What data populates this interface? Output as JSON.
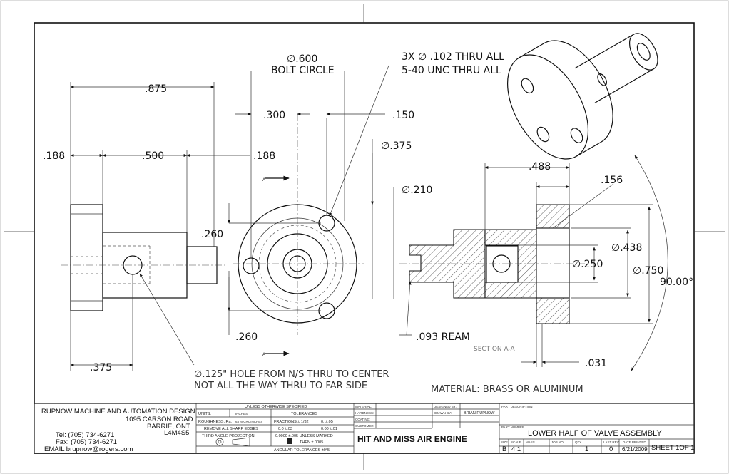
{
  "dimensions": {
    "d875": ".875",
    "d188a": ".188",
    "d500": ".500",
    "d188b": ".188",
    "d260a": ".260",
    "d375b": ".375",
    "d300": ".300",
    "d150": ".150",
    "d260b": ".260",
    "dia375": "∅.375",
    "dia210": "∅.210",
    "d488": ".488",
    "d156": ".156",
    "dia438": "∅.438",
    "dia250": "∅.250",
    "dia750": "∅.750",
    "angle": "90.00°",
    "d031": ".031"
  },
  "notes": {
    "bolt_circle_1": "∅.600",
    "bolt_circle_2": "BOLT CIRCLE",
    "holes_1": "3X  ∅ .102  THRU ALL",
    "holes_2": "5-40 UNC    THRU ALL",
    "ream": ".093 REAM",
    "section": "SECTION A-A",
    "section_mark_1": "A",
    "section_mark_2": "A",
    "hole_note_1": "∅.125\" HOLE FROM N/S THRU TO CENTER",
    "hole_note_2": "NOT ALL THE WAY THRU TO FAR SIDE",
    "material": "MATERIAL: BRASS OR ALUMINUM"
  },
  "title_block": {
    "company": "RUPNOW MACHINE AND AUTOMATION DESIGN",
    "address1": "1095 CARSON ROAD",
    "address2": "BARRIE, ONT.",
    "postal": "L4M4S5",
    "tel": "Tel: (705) 734-6271",
    "fax": "Fax: (705) 734-6271",
    "email": "EMAIL brupnow@rogers.com",
    "unless": "UNLESS OTHERWISE SPECIFIED",
    "units_label": "UNITS:",
    "units_value": "INCHES",
    "tolerances": "TOLERANCES",
    "roughness_label": "ROUGHNESS, Ra:",
    "roughness_value": "63 MICROINCHES",
    "fractions": "FRACTIONS ± 1/32",
    "tol_0": "0.   ±.05",
    "remove_edges": "REMOVE ALL SHARP EDGES",
    "tol_00": "0.0  ±.03",
    "tol_000": "0.00  ±.01",
    "third_angle": "THIRD ANGLE PROJECTION",
    "tol_0000": "0.0000  ±.005 UNLESS MARKED",
    "tol_then": "THEN  ±.0005",
    "angular": "ANGULAR TOLERANCES    ±0°5'",
    "material_label": "MATERIAL:",
    "hardness_label": "HARDNESS:",
    "coating_label": "COATING:",
    "customer_label": "CUSTOMER:",
    "customer": "HIT AND MISS AIR ENGINE",
    "designed_by_label": "DESIGNED BY:",
    "drawn_by_label": "DRAWN BY:",
    "drawn_by": "BRIAN RUPNOW",
    "part_desc_label": "PART DESCRIPTION",
    "part_number_label": "PART NUMBER",
    "part_desc": "LOWER HALF OF VALVE ASSEMBLY",
    "size_label": "SIZE",
    "size": "B",
    "scale_label": "SCALE",
    "scale": "4:1",
    "mass_label": "MASS",
    "job_label": "JOB NO.",
    "qty_label": "QTY",
    "qty": "1",
    "rev_label": "LAST REV",
    "rev": "0",
    "date_label": "DATE PRINTED",
    "date": "6/21/2009",
    "sheet": "SHEET 1OF 1"
  }
}
